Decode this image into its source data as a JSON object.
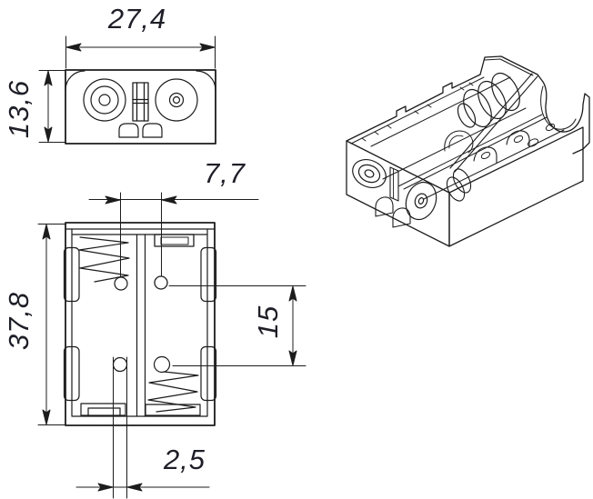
{
  "drawing": {
    "line_color": "#1c1c1c",
    "background": "#ffffff"
  },
  "dimensions": {
    "top_view_width": "27,4",
    "top_view_depth": "13,6",
    "front_view_height": "37,8",
    "contact_offset": "7,7",
    "hole_spacing": "15",
    "hole_diameter": "2,5"
  }
}
